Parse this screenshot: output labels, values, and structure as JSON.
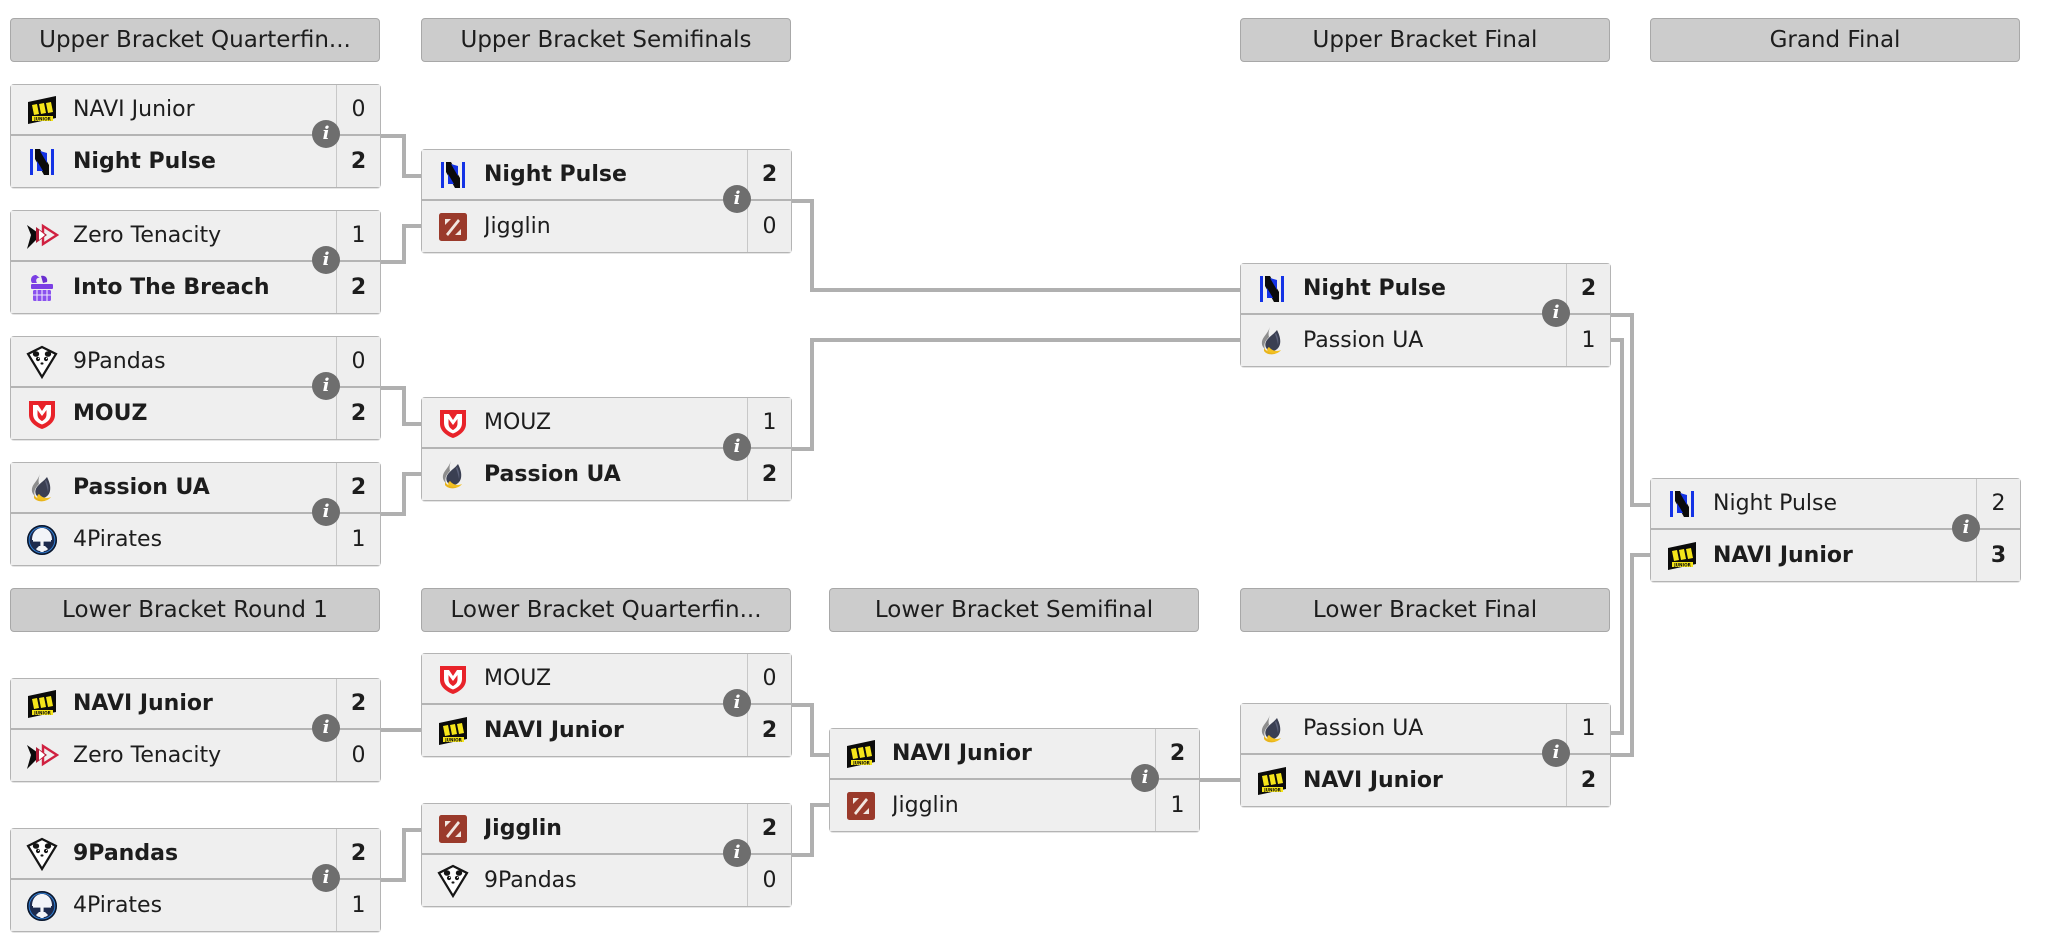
{
  "page": {
    "title": "Tournament Bracket",
    "colors": {
      "header_bg": "#cccccc",
      "header_border": "#a8a8a8",
      "match_bg": "#efefef",
      "match_border": "#b4b4b4",
      "line": "#b0b0b0",
      "info_badge": "#6e6e6e",
      "text": "#1d1d1d"
    },
    "info_badge_glyph": "i"
  },
  "rounds": [
    {
      "id": "ub-qf",
      "label": "Upper Bracket Quarterfin..."
    },
    {
      "id": "ub-sf",
      "label": "Upper Bracket Semifinals"
    },
    {
      "id": "ub-f",
      "label": "Upper Bracket Final"
    },
    {
      "id": "gf",
      "label": "Grand Final"
    },
    {
      "id": "lb-r1",
      "label": "Lower Bracket Round 1"
    },
    {
      "id": "lb-qf",
      "label": "Lower Bracket Quarterfin..."
    },
    {
      "id": "lb-sf",
      "label": "Lower Bracket Semifinal"
    },
    {
      "id": "lb-f",
      "label": "Lower Bracket Final"
    }
  ],
  "matches": [
    {
      "id": "ubqf1",
      "round": "ub-qf",
      "top": {
        "team": "NAVI Junior",
        "logo": "navi-junior-logo",
        "score": "0",
        "winner": false
      },
      "bottom": {
        "team": "Night Pulse",
        "logo": "night-pulse-logo",
        "score": "2",
        "winner": true
      }
    },
    {
      "id": "ubqf2",
      "round": "ub-qf",
      "top": {
        "team": "Zero Tenacity",
        "logo": "zero-tenacity-logo",
        "score": "1",
        "winner": false
      },
      "bottom": {
        "team": "Into The Breach",
        "logo": "into-the-breach-logo",
        "score": "2",
        "winner": true
      }
    },
    {
      "id": "ubqf3",
      "round": "ub-qf",
      "top": {
        "team": "9Pandas",
        "logo": "9pandas-logo",
        "score": "0",
        "winner": false
      },
      "bottom": {
        "team": "MOUZ",
        "logo": "mouz-logo",
        "score": "2",
        "winner": true
      }
    },
    {
      "id": "ubqf4",
      "round": "ub-qf",
      "top": {
        "team": "Passion UA",
        "logo": "passion-ua-logo",
        "score": "2",
        "winner": true
      },
      "bottom": {
        "team": "4Pirates",
        "logo": "4pirates-logo",
        "score": "1",
        "winner": false
      }
    },
    {
      "id": "ubsf1",
      "round": "ub-sf",
      "top": {
        "team": "Night Pulse",
        "logo": "night-pulse-logo",
        "score": "2",
        "winner": true
      },
      "bottom": {
        "team": "Jigglin",
        "logo": "jigglin-logo",
        "score": "0",
        "winner": false
      }
    },
    {
      "id": "ubsf2",
      "round": "ub-sf",
      "top": {
        "team": "MOUZ",
        "logo": "mouz-logo",
        "score": "1",
        "winner": false
      },
      "bottom": {
        "team": "Passion UA",
        "logo": "passion-ua-logo",
        "score": "2",
        "winner": true
      }
    },
    {
      "id": "ubf",
      "round": "ub-f",
      "top": {
        "team": "Night Pulse",
        "logo": "night-pulse-logo",
        "score": "2",
        "winner": true
      },
      "bottom": {
        "team": "Passion UA",
        "logo": "passion-ua-logo",
        "score": "1",
        "winner": false
      }
    },
    {
      "id": "gf",
      "round": "gf",
      "top": {
        "team": "Night Pulse",
        "logo": "night-pulse-logo",
        "score": "2",
        "winner": false
      },
      "bottom": {
        "team": "NAVI Junior",
        "logo": "navi-junior-logo",
        "score": "3",
        "winner": true
      }
    },
    {
      "id": "lbr1a",
      "round": "lb-r1",
      "top": {
        "team": "NAVI Junior",
        "logo": "navi-junior-logo",
        "score": "2",
        "winner": true
      },
      "bottom": {
        "team": "Zero Tenacity",
        "logo": "zero-tenacity-logo",
        "score": "0",
        "winner": false
      }
    },
    {
      "id": "lbr1b",
      "round": "lb-r1",
      "top": {
        "team": "9Pandas",
        "logo": "9pandas-logo",
        "score": "2",
        "winner": true
      },
      "bottom": {
        "team": "4Pirates",
        "logo": "4pirates-logo",
        "score": "1",
        "winner": false
      }
    },
    {
      "id": "lbqf1",
      "round": "lb-qf",
      "top": {
        "team": "MOUZ",
        "logo": "mouz-logo",
        "score": "0",
        "winner": false
      },
      "bottom": {
        "team": "NAVI Junior",
        "logo": "navi-junior-logo",
        "score": "2",
        "winner": true
      }
    },
    {
      "id": "lbqf2",
      "round": "lb-qf",
      "top": {
        "team": "Jigglin",
        "logo": "jigglin-logo",
        "score": "2",
        "winner": true
      },
      "bottom": {
        "team": "9Pandas",
        "logo": "9pandas-logo",
        "score": "0",
        "winner": false
      }
    },
    {
      "id": "lbsf",
      "round": "lb-sf",
      "top": {
        "team": "NAVI Junior",
        "logo": "navi-junior-logo",
        "score": "2",
        "winner": true
      },
      "bottom": {
        "team": "Jigglin",
        "logo": "jigglin-logo",
        "score": "1",
        "winner": false
      }
    },
    {
      "id": "lbf",
      "round": "lb-f",
      "top": {
        "team": "Passion UA",
        "logo": "passion-ua-logo",
        "score": "1",
        "winner": false
      },
      "bottom": {
        "team": "NAVI Junior",
        "logo": "navi-junior-logo",
        "score": "2",
        "winner": true
      }
    }
  ]
}
